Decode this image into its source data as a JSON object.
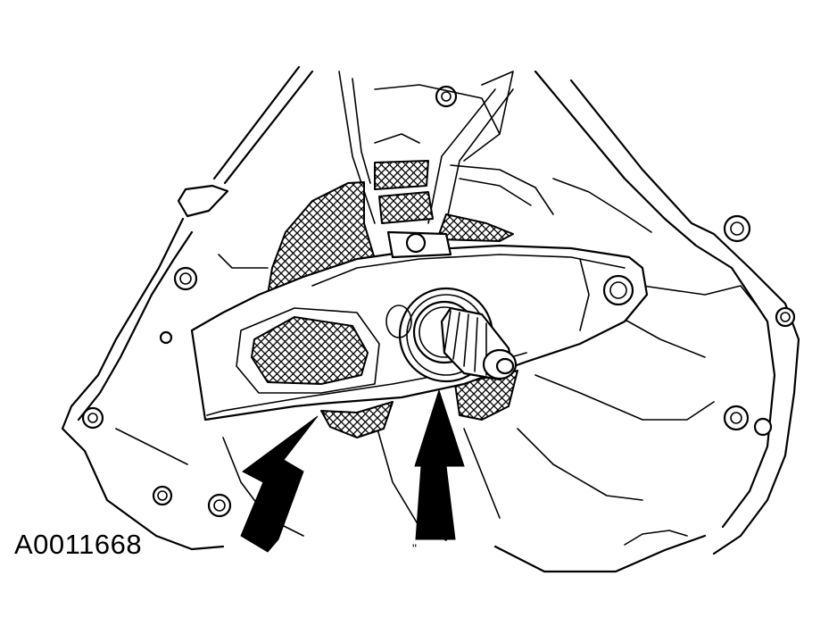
{
  "figure": {
    "id_label": "A0011668",
    "small_mark": "\""
  },
  "colors": {
    "line": "#000000",
    "background": "#ffffff"
  },
  "callouts": [
    {
      "name": "clutch-release-lever-arrow",
      "icon": "arrow-up-right"
    },
    {
      "name": "release-bearing-arrow",
      "icon": "arrow-up"
    }
  ]
}
